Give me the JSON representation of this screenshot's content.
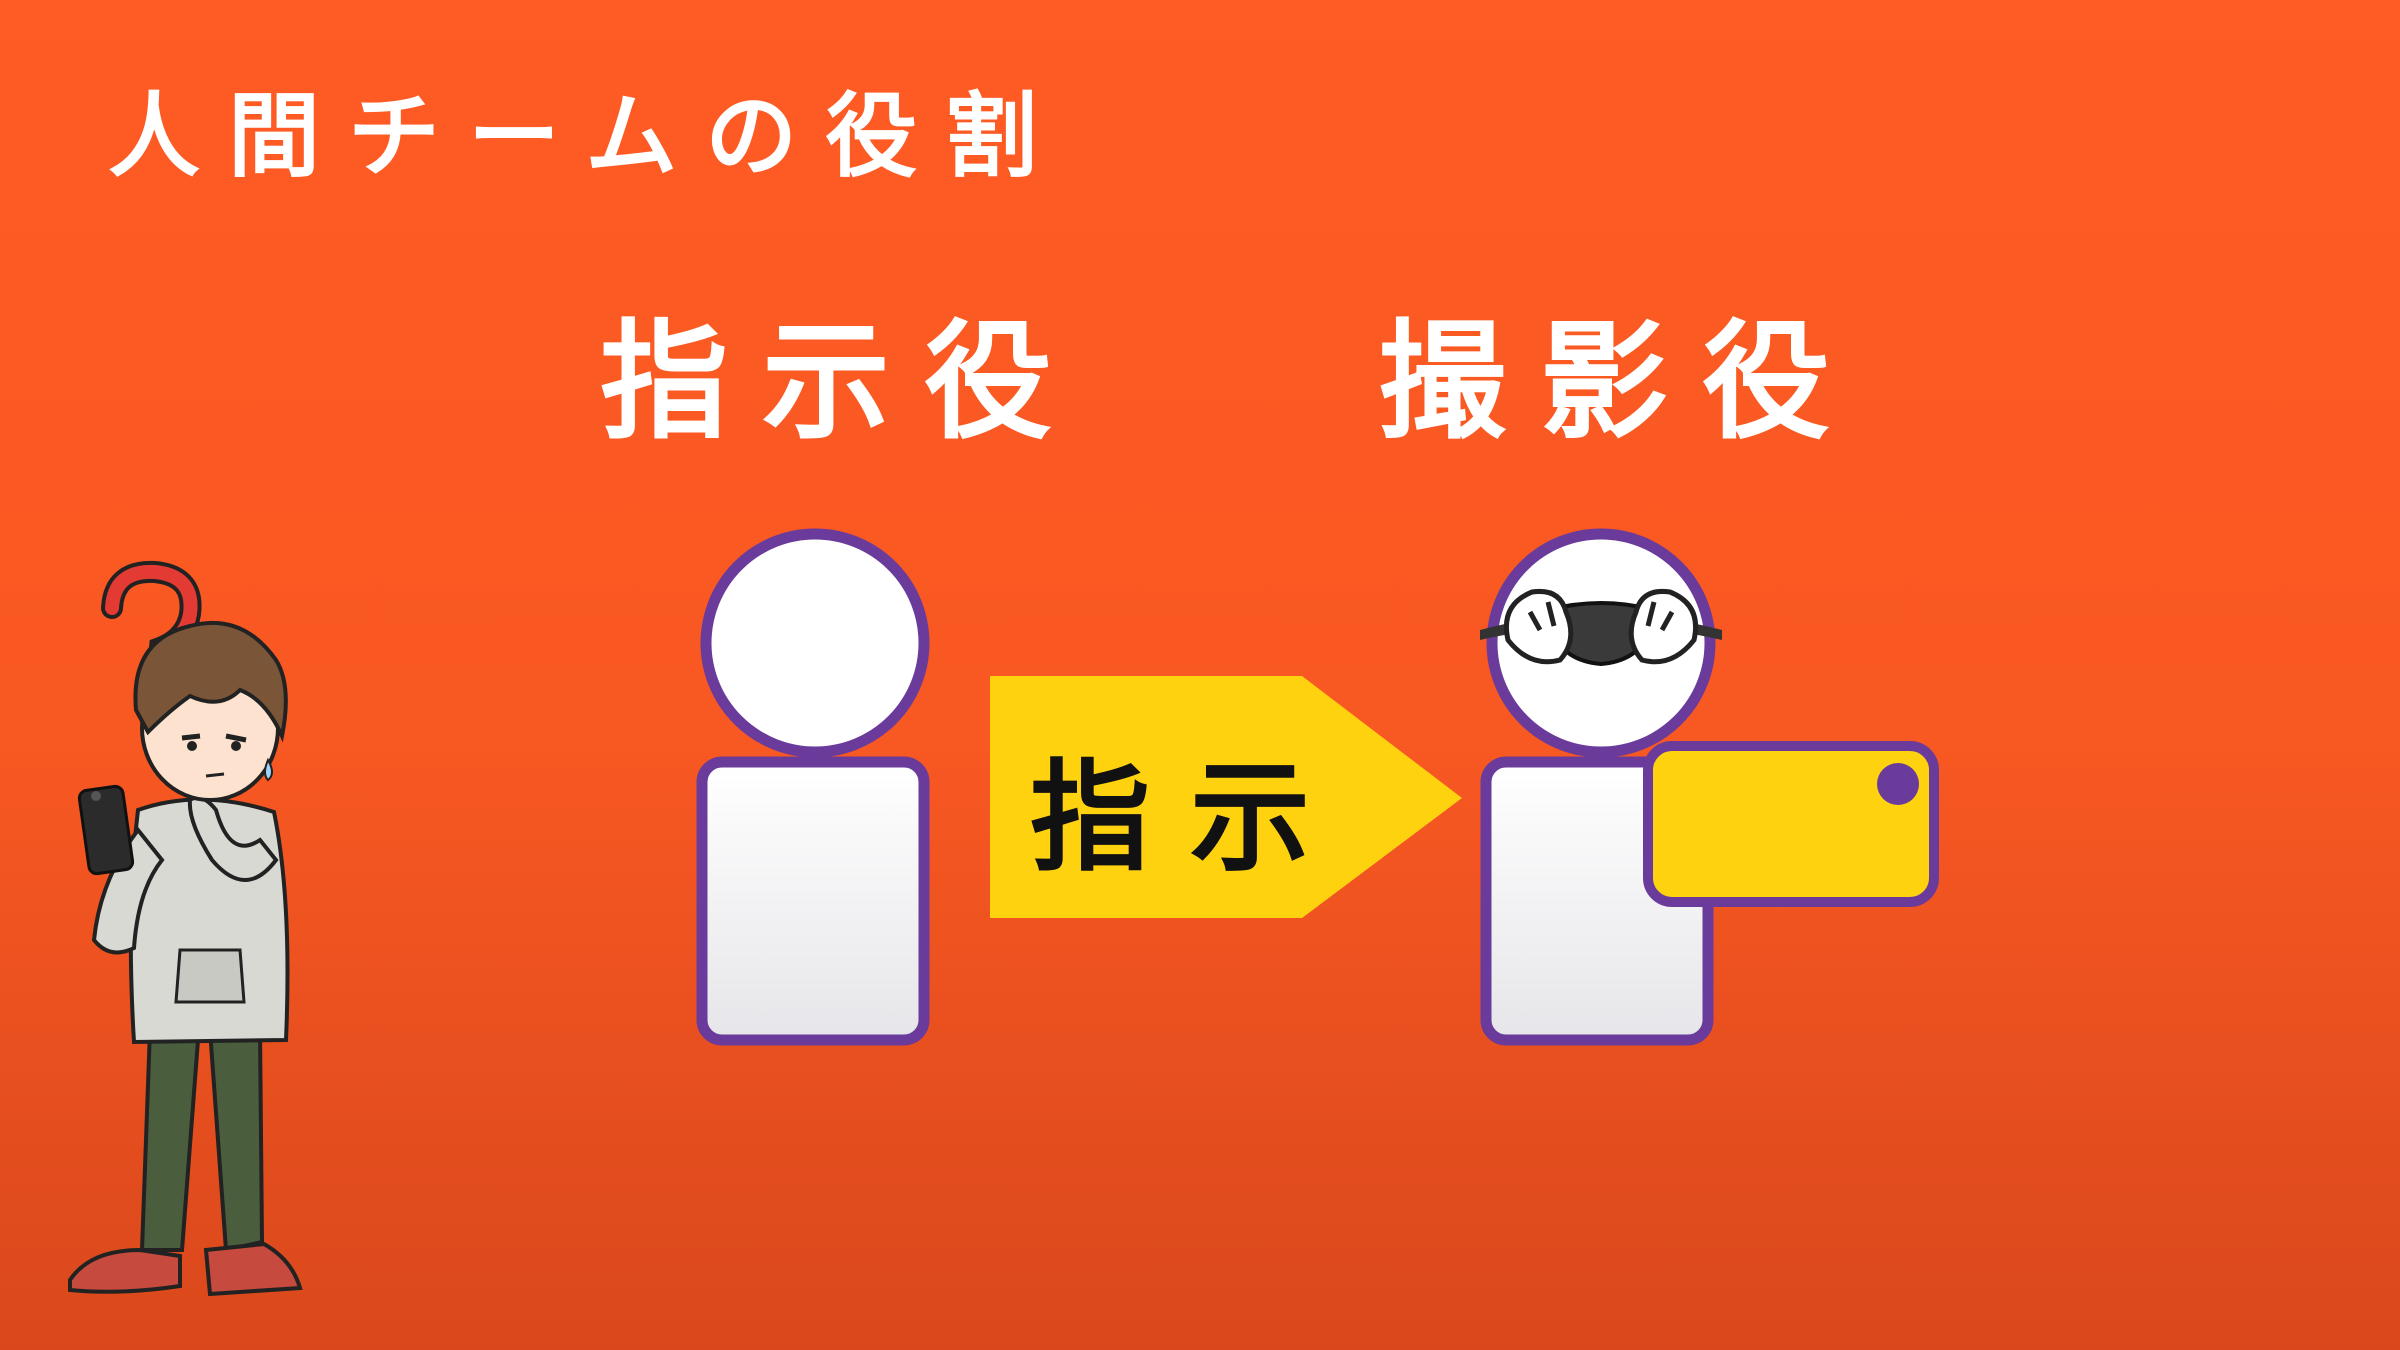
{
  "slide": {
    "title": "人間チームの役割",
    "roles": {
      "director_label": "指示役",
      "photographer_label": "撮影役"
    },
    "arrow_label": "指示"
  },
  "colors": {
    "background": "#ff5b24",
    "figure_outline": "#6a3b9a",
    "arrow": "#ffd20f",
    "camera": "#ffd20f",
    "text_primary": "#ffffff",
    "text_dark": "#111111"
  },
  "icons": {
    "director": "person-icon",
    "photographer": "person-blindfolded-icon",
    "camera": "camera-icon",
    "arrow": "right-arrow-icon",
    "character": "confused-boy-with-phone-illustration"
  }
}
